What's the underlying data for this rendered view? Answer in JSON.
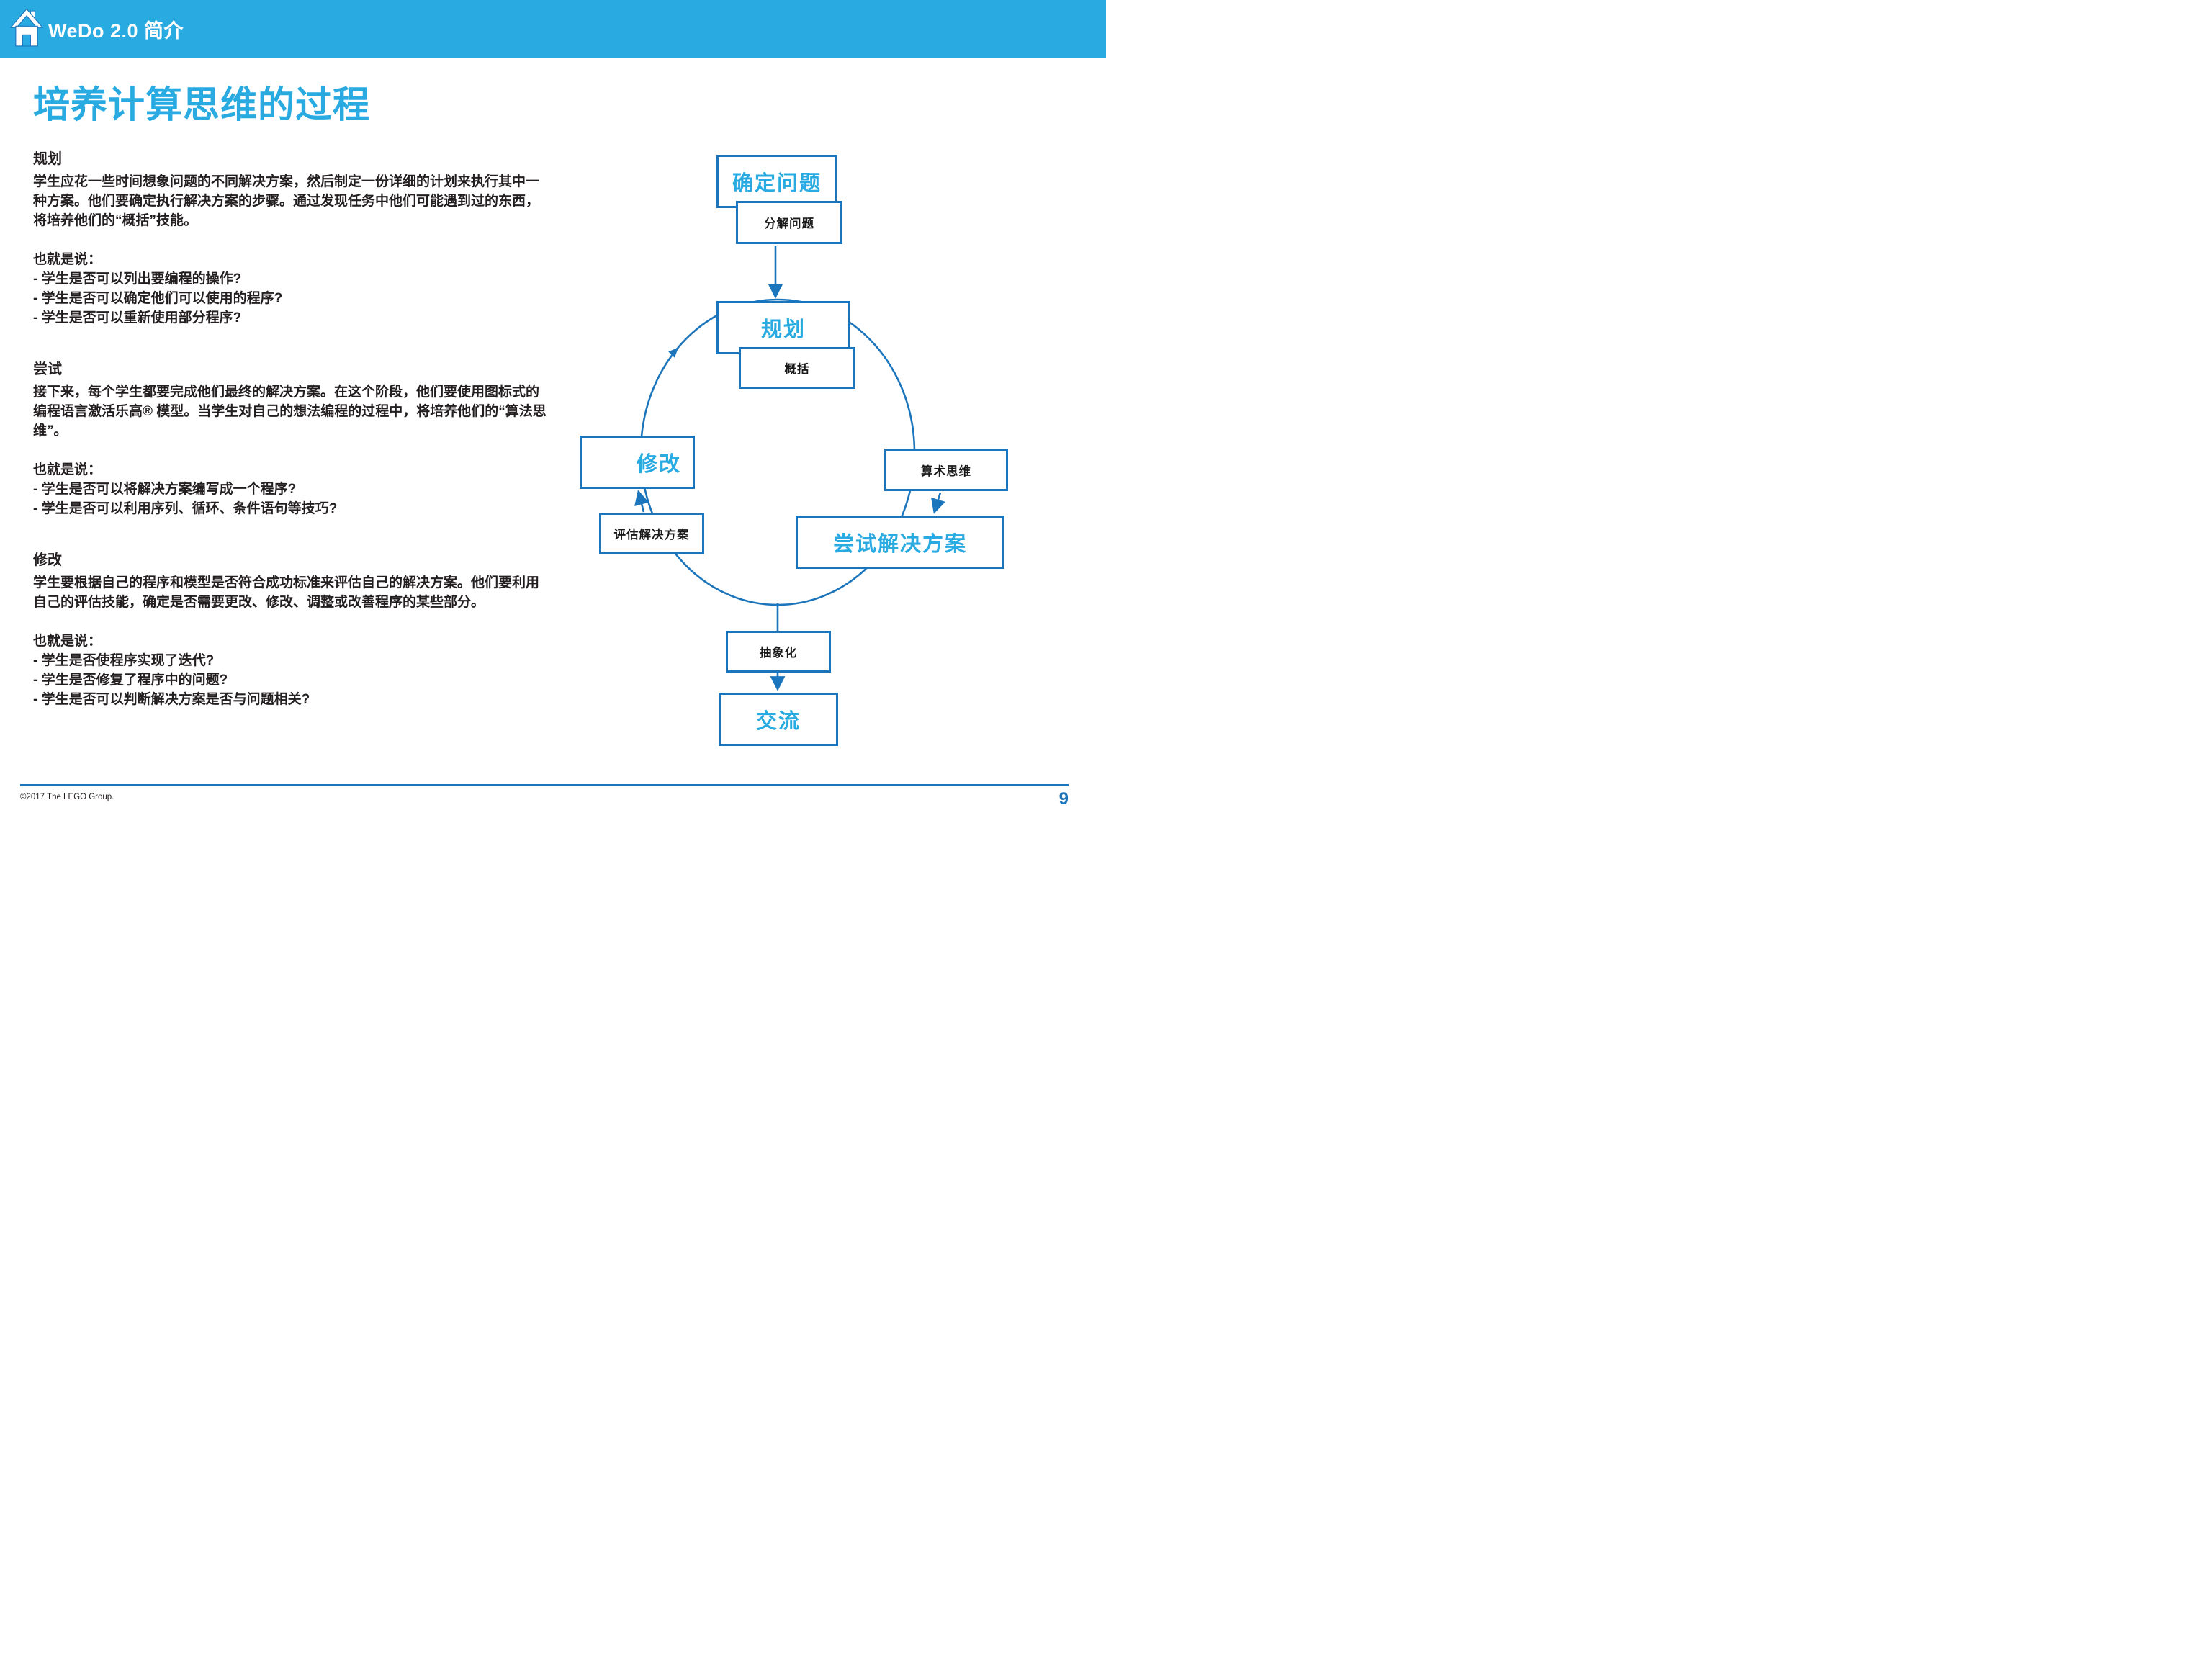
{
  "header": {
    "title": "WeDo 2.0 简介"
  },
  "main": {
    "title": "培养计算思维的过程",
    "sections": [
      {
        "heading": "规划",
        "body": "学生应花一些时间想象问题的不同解决方案，然后制定一份详细的计划来执行其中一种方案。他们要确定执行解决方案的步骤。通过发现任务中他们可能遇到过的东西，将培养他们的“概括”技能。",
        "list_intro": "也就是说：",
        "bullets": [
          "- 学生是否可以列出要编程的操作?",
          "- 学生是否可以确定他们可以使用的程序?",
          "- 学生是否可以重新使用部分程序?"
        ]
      },
      {
        "heading": "尝试",
        "body": "接下来，每个学生都要完成他们最终的解决方案。在这个阶段，他们要使用图标式的编程语言激活乐高® 模型。当学生对自己的想法编程的过程中，将培养他们的“算法思维”。",
        "list_intro": "也就是说：",
        "bullets": [
          "- 学生是否可以将解决方案编写成一个程序?",
          "- 学生是否可以利用序列、循环、条件语句等技巧?"
        ]
      },
      {
        "heading": "修改",
        "body": "学生要根据自己的程序和模型是否符合成功标准来评估自己的解决方案。他们要利用自己的评估技能，确定是否需要更改、修改、调整或改善程序的某些部分。",
        "list_intro": "也就是说：",
        "bullets": [
          "- 学生是否使程序实现了迭代?",
          "- 学生是否修复了程序中的问题?",
          "- 学生是否可以判断解决方案是否与问题相关?"
        ]
      }
    ]
  },
  "diagram": {
    "nodes": [
      {
        "id": "define-problem",
        "label": "确定问题",
        "style": "primary"
      },
      {
        "id": "decompose-problem",
        "label": "分解问题",
        "style": "secondary"
      },
      {
        "id": "plan",
        "label": "规划",
        "style": "primary"
      },
      {
        "id": "generalize",
        "label": "概括",
        "style": "secondary"
      },
      {
        "id": "modify",
        "label": "修改",
        "style": "primary"
      },
      {
        "id": "evaluate-solution",
        "label": "评估解决方案",
        "style": "secondary"
      },
      {
        "id": "algorithmic-thinking",
        "label": "算术思维",
        "style": "secondary"
      },
      {
        "id": "try-solution",
        "label": "尝试解决方案",
        "style": "primary"
      },
      {
        "id": "abstraction",
        "label": "抽象化",
        "style": "secondary"
      },
      {
        "id": "communicate",
        "label": "交流",
        "style": "primary"
      }
    ]
  },
  "footer": {
    "copyright": "©2017 The LEGO Group.",
    "page_number": "9"
  },
  "colors": {
    "light_blue": "#29ABE2",
    "dark_blue": "#1B75BC",
    "text_black": "#231F20"
  }
}
